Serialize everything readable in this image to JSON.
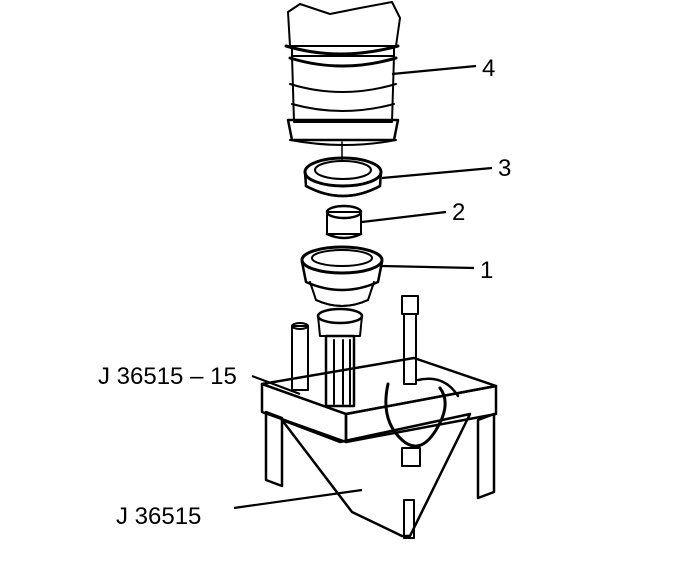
{
  "figure": {
    "callouts": {
      "part_4": "4",
      "part_3": "3",
      "part_2": "2",
      "part_1": "1",
      "tool_adapter": "J 36515 – 15",
      "tool_fixture": "J 36515"
    }
  },
  "colors": {
    "ink": "#000000",
    "shade": "#5a5a5a",
    "paper": "#ffffff"
  }
}
